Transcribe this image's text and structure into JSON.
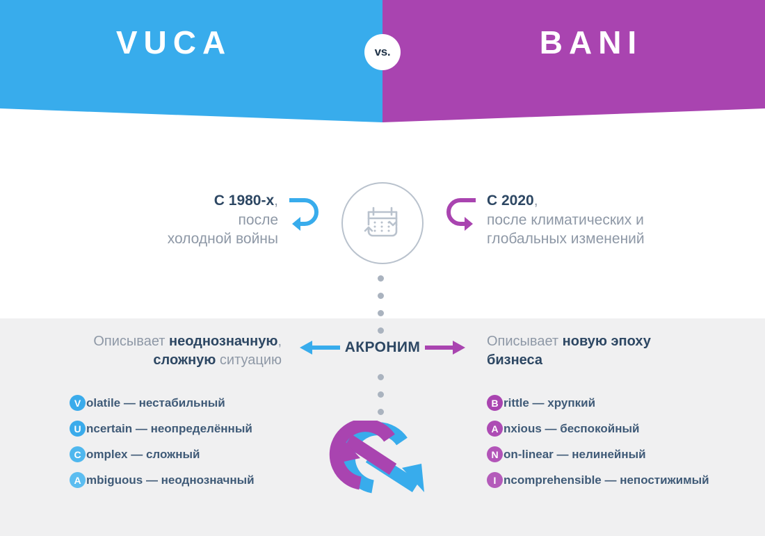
{
  "colors": {
    "blue": "#38acec",
    "purple": "#a944b0",
    "dark_navy": "#2d4763",
    "muted_gray": "#8e98a6",
    "panel_gray": "#f0f0f1",
    "dot_gray": "#aab3bf",
    "icon_gray": "#b9c2cd"
  },
  "header": {
    "left_title": "VUCA",
    "right_title": "BANI",
    "vs_label": "vs."
  },
  "timeline": {
    "calendar_icon": "calendar-refresh-icon",
    "left": {
      "bold": "С 1980-х",
      "rest": ", после холодной войны",
      "line1_bold": "С 1980-х",
      "line1_tail": ",",
      "line2": "после",
      "line3": "холодной войны",
      "arrow": "curved-arrow-left-blue"
    },
    "right": {
      "bold": "С 2020",
      "rest": ", после климатических и глобальных изменений",
      "line1_bold": "С 2020",
      "line1_tail": ",",
      "line2": "после климатических и",
      "line3": "глобальных изменений",
      "arrow": "curved-arrow-right-purple"
    }
  },
  "acronym": {
    "label": "АКРОНИМ",
    "left_arrow": "arrow-left-blue",
    "right_arrow": "arrow-right-purple"
  },
  "describes": {
    "left": {
      "prefix": "Описывает ",
      "bold1": "неоднозначную",
      "mid": ",",
      "bold2": "сложную",
      "suffix": " ситуацию"
    },
    "right": {
      "prefix": "Описывает ",
      "bold1": "новую эпоху",
      "bold2": "бизнеса"
    }
  },
  "vuca_list": [
    {
      "letter": "V",
      "text": "olatile — нестабильный",
      "badge_color": "#3aabeb"
    },
    {
      "letter": "U",
      "text": "ncertain — неопределённый",
      "badge_color": "#3aabeb"
    },
    {
      "letter": "C",
      "text": "omplex — сложный",
      "badge_color": "#4fb7ee"
    },
    {
      "letter": "A",
      "text": "mbiguous — неоднозначный",
      "badge_color": "#5cbdf0"
    }
  ],
  "bani_list": [
    {
      "letter": "B",
      "text": "rittle — хрупкий",
      "badge_color": "#a944b0"
    },
    {
      "letter": "A",
      "text": "nxious — беспокойный",
      "badge_color": "#ad4bb4"
    },
    {
      "letter": "N",
      "text": "on-linear — нелинейный",
      "badge_color": "#b254b8"
    },
    {
      "letter": "I",
      "text": "ncomprehensible — непостижимый",
      "badge_color": "#b45bba"
    }
  ],
  "infinity": {
    "icon": "infinity-loop-arrows-icon"
  }
}
